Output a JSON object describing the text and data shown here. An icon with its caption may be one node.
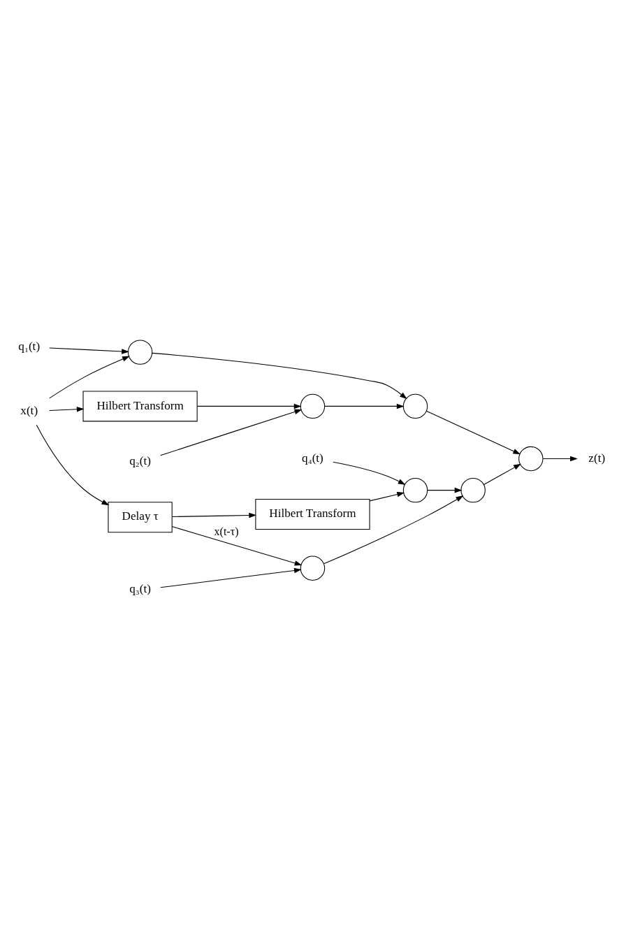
{
  "diagram": {
    "nodes": [
      {
        "text": [
          "q₁(t)"
        ]
      },
      {
        "text": [],
        "shape": "circle"
      },
      {
        "text": [],
        "shape": "circle"
      },
      {
        "text": [
          "Hilbert Transform"
        ]
      },
      {
        "text": [],
        "shape": "circle"
      },
      {
        "text": [
          "q₂(t)"
        ]
      },
      {
        "text": [
          "x(t)"
        ]
      },
      {
        "text": [],
        "shape": "circle"
      },
      {
        "text": [
          "z(t)"
        ]
      },
      {
        "text": [
          "Delay τ"
        ]
      },
      {
        "text": [
          "q₃(t)"
        ]
      },
      {
        "text": [],
        "shape": "circle"
      },
      {
        "text": [],
        "shape": "circle"
      },
      {
        "text": [
          "Hilbert Transform"
        ]
      },
      {
        "text": [],
        "shape": "circle"
      },
      {
        "text": [
          "q₄(t)"
        ]
      }
    ],
    "edges": [
      {
        "from": 6,
        "to": 1,
        "arrow": "to"
      },
      {
        "from": 6,
        "to": 3,
        "arrow": "to"
      },
      {
        "from": 6,
        "to": 9,
        "arrow": "to"
      },
      {
        "from": 0,
        "to": 1,
        "arrow": "to"
      },
      {
        "from": 3,
        "to": 4,
        "arrow": "to"
      },
      {
        "from": 5,
        "to": 4,
        "arrow": "to"
      },
      {
        "from": 1,
        "to": 2,
        "arrow": "to"
      },
      {
        "from": 4,
        "to": 2,
        "arrow": "to"
      },
      {
        "from": 2,
        "to": 7,
        "arrow": "to"
      },
      {
        "from": 7,
        "to": 8,
        "arrow": "to"
      },
      {
        "from": 9,
        "to": 11,
        "arrow": "to",
        "label": "x(t-τ)"
      },
      {
        "from": 9,
        "to": 13,
        "arrow": "to"
      },
      {
        "from": 10,
        "to": 11,
        "arrow": "to"
      },
      {
        "from": 13,
        "to": 14,
        "arrow": "to"
      },
      {
        "from": 15,
        "to": 14,
        "arrow": "to"
      },
      {
        "from": 11,
        "to": 12,
        "arrow": "to"
      },
      {
        "from": 14,
        "to": 12,
        "arrow": "to"
      },
      {
        "from": 12,
        "to": 7,
        "arrow": "to"
      }
    ]
  }
}
